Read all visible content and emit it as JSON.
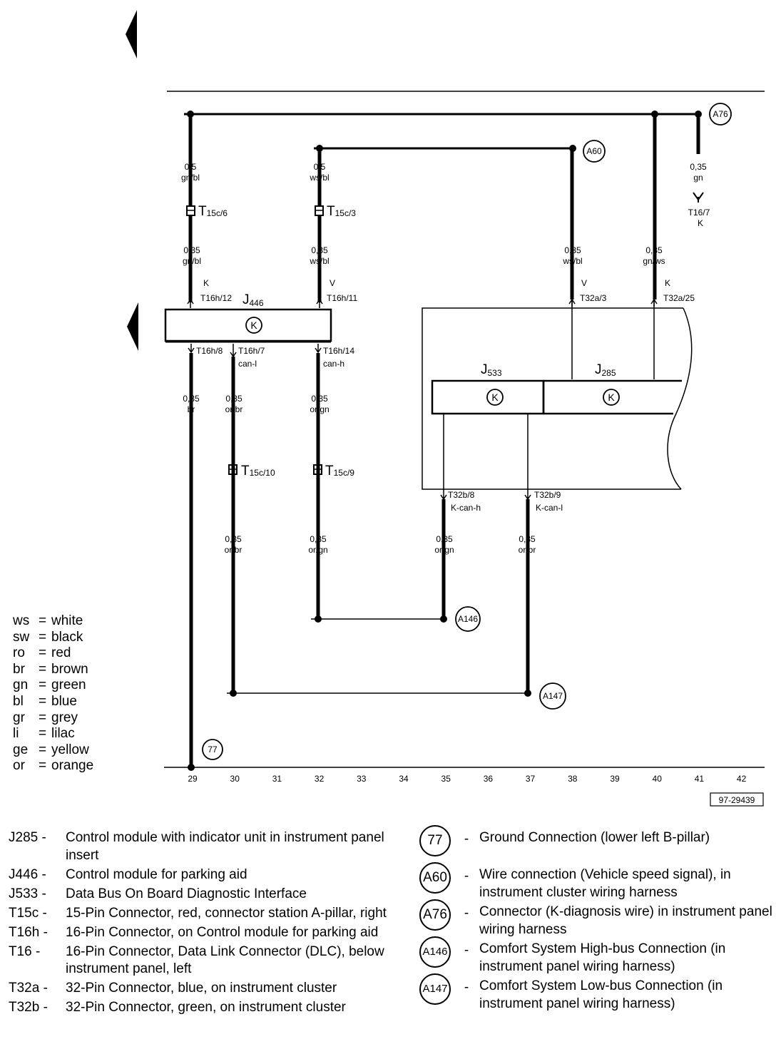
{
  "diagram": {
    "top_wires": {
      "w29": {
        "size": "0,5",
        "color": "gn/bl"
      },
      "w32": {
        "size": "0,5",
        "color": "ws/bl"
      },
      "w41": {
        "size": "0,35",
        "color": "gn"
      }
    },
    "mid_wires": {
      "w29": {
        "size": "0,35",
        "color": "gn/bl"
      },
      "w32": {
        "size": "0,35",
        "color": "ws/bl"
      },
      "w38": {
        "size": "0,35",
        "color": "ws/bl"
      },
      "w40": {
        "size": "0,35",
        "color": "gn/ws"
      }
    },
    "connectors": {
      "t15c6": {
        "main": "T",
        "sub": "15c/6"
      },
      "t15c3": {
        "main": "T",
        "sub": "15c/3"
      },
      "t15c10": {
        "main": "T",
        "sub": "15c/10"
      },
      "t15c9": {
        "main": "T",
        "sub": "15c/9"
      }
    },
    "t16_7": {
      "pin": "T16/7",
      "letter": "K"
    },
    "pins_top": {
      "p29_letter": "K",
      "p29_pin": "T16h/12",
      "p32_letter": "V",
      "p32_pin": "T16h/11",
      "p38_letter": "V",
      "p38_pin": "T32a/3",
      "p40_letter": "K",
      "p40_pin": "T32a/25"
    },
    "pins_bottom": {
      "p29": "T16h/8",
      "p30": "T16h/7",
      "p30_sig": "can-l",
      "p32": "T16h/14",
      "p32_sig": "can-h",
      "p35": "T32b/8",
      "p35_sig": "K-can-h",
      "p37": "T32b/9",
      "p37_sig": "K-can-l"
    },
    "lower_wires": {
      "w29": {
        "size": "0,35",
        "color": "br"
      },
      "w30a": {
        "size": "0,35",
        "color": "or/br"
      },
      "w32a": {
        "size": "0,35",
        "color": "or/gn"
      },
      "w30b": {
        "size": "0,35",
        "color": "or/br"
      },
      "w32b": {
        "size": "0,35",
        "color": "or/gn"
      },
      "w35": {
        "size": "0,35",
        "color": "or/gn"
      },
      "w37": {
        "size": "0,35",
        "color": "or/br"
      }
    },
    "components": {
      "j446": {
        "main": "J",
        "sub": "446"
      },
      "j533": {
        "main": "J",
        "sub": "533"
      },
      "j285": {
        "main": "J",
        "sub": "285"
      },
      "module_symbol": "K"
    },
    "circles": {
      "a76": "A76",
      "a60": "A60",
      "a146": "A146",
      "a147": "A147",
      "g77": "77"
    },
    "axis": [
      "29",
      "30",
      "31",
      "32",
      "33",
      "34",
      "35",
      "36",
      "37",
      "38",
      "39",
      "40",
      "41",
      "42"
    ],
    "ref_number": "97-29439"
  },
  "color_legend": [
    {
      "code": "ws",
      "name": "white"
    },
    {
      "code": "sw",
      "name": "black"
    },
    {
      "code": "ro",
      "name": "red"
    },
    {
      "code": "br",
      "name": "brown"
    },
    {
      "code": "gn",
      "name": "green"
    },
    {
      "code": "bl",
      "name": "blue"
    },
    {
      "code": "gr",
      "name": "grey"
    },
    {
      "code": "li",
      "name": "lilac"
    },
    {
      "code": "ge",
      "name": "yellow"
    },
    {
      "code": "or",
      "name": "orange"
    }
  ],
  "legend_left": [
    {
      "code": "J285 -",
      "desc": "Control module with indicator unit in instrument panel insert"
    },
    {
      "code": "J446 -",
      "desc": "Control module for parking aid"
    },
    {
      "code": "J533 -",
      "desc": "Data Bus On Board Diagnostic Interface"
    },
    {
      "code": "T15c -",
      "desc": "15-Pin Connector, red, connector station A-pillar, right"
    },
    {
      "code": "T16h -",
      "desc": "16-Pin Connector, on Control module for parking aid"
    },
    {
      "code": "T16  -",
      "desc": "16-Pin Connector, Data Link Connector (DLC), below instrument panel, left"
    },
    {
      "code": "T32a -",
      "desc": "32-Pin Connector, blue, on instrument cluster"
    },
    {
      "code": "T32b -",
      "desc": "32-Pin Connector, green, on instrument cluster"
    }
  ],
  "legend_right": [
    {
      "symbol": "77",
      "desc": "Ground Connection (lower left B-pillar)"
    },
    {
      "symbol": "A60",
      "desc": "Wire connection (Vehicle speed signal), in instrument cluster wiring harness"
    },
    {
      "symbol": "A76",
      "desc": "Connector (K-diagnosis wire) in instrument panel wiring harness"
    },
    {
      "symbol": "A146",
      "desc": "Comfort System High-bus Connection (in instrument panel wiring harness)"
    },
    {
      "symbol": "A147",
      "desc": "Comfort System Low-bus Connection (in instrument panel wiring harness)"
    }
  ]
}
